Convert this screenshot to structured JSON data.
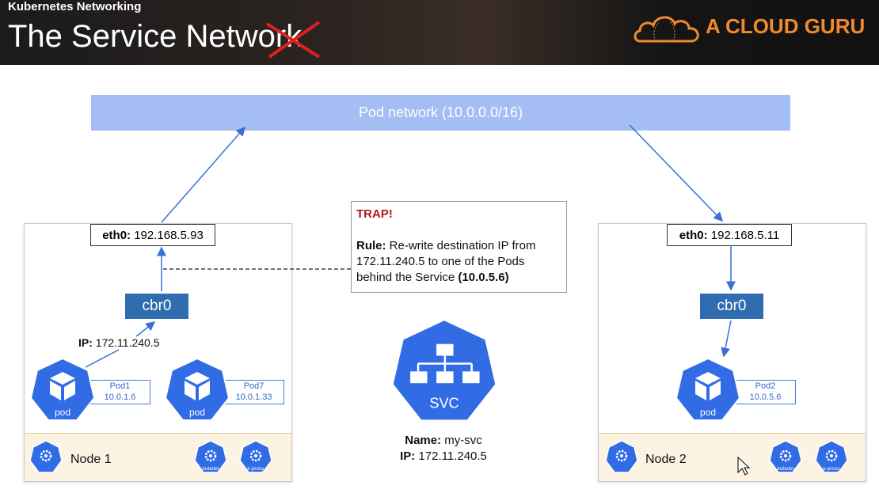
{
  "header": {
    "course": "Kubernetes Networking",
    "title_prefix": "The Service Netw",
    "title_struck": "ork",
    "brand": "A CLOUD GURU",
    "brand_color": "#f08a2c"
  },
  "pod_network": {
    "label": "Pod network (10.0.0.0/16)"
  },
  "node1": {
    "name": "Node 1",
    "eth_key": "eth0:",
    "eth_ip": "192.168.5.93",
    "bridge": "cbr0",
    "ip_key": "IP:",
    "ip_value": "172.11.240.5",
    "pods": [
      {
        "icon_label": "pod",
        "name": "Pod1",
        "ip": "10.0.1.6"
      },
      {
        "icon_label": "pod",
        "name": "Pod7",
        "ip": "10.0.1.33"
      }
    ],
    "agents": [
      "kubelet",
      "k-proxy"
    ]
  },
  "node2": {
    "name": "Node 2",
    "eth_key": "eth0:",
    "eth_ip": "192.168.5.11",
    "bridge": "cbr0",
    "pods": [
      {
        "icon_label": "pod",
        "name": "Pod2",
        "ip": "10.0.5.6"
      }
    ],
    "agents": [
      "kubelet",
      "k-proxy"
    ]
  },
  "trap": {
    "title": "TRAP!",
    "rule_key": "Rule:",
    "rule_text": " Re-write destination IP from 172.11.240.5 to one of the Pods behind the Service ",
    "rule_target": "(10.0.5.6)"
  },
  "service": {
    "icon_label": "SVC",
    "name_key": "Name:",
    "name_value": "my-svc",
    "ip_key": "IP:",
    "ip_value": "172.11.240.5"
  },
  "colors": {
    "k8s_blue": "#326ce5",
    "bridge_blue": "#2f6db0",
    "pod_network": "#a4bdf2",
    "trap_red": "#b01818",
    "node_band": "#fdf3e3"
  },
  "icons": [
    "cloud-logo-icon",
    "pod-cube-icon",
    "service-hierarchy-icon",
    "node-gear-icon",
    "kubelet-icon",
    "k-proxy-icon",
    "mouse-cursor-icon"
  ]
}
